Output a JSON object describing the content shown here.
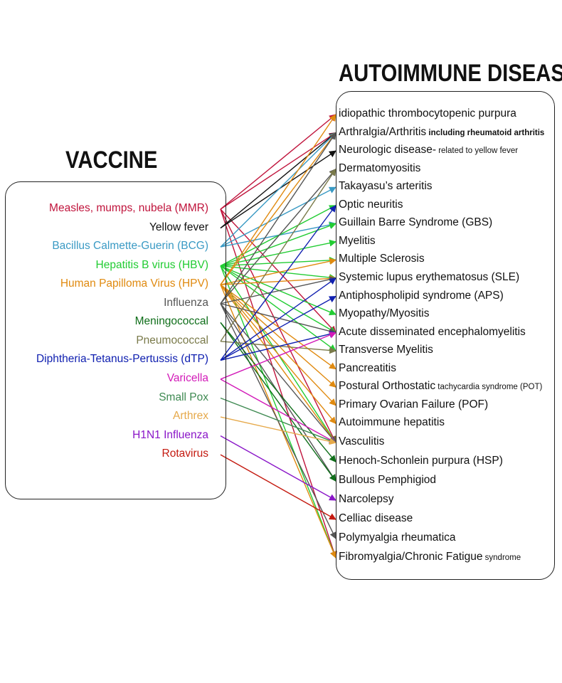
{
  "headers": {
    "vaccine": "VACCINE",
    "disease": "AUTOIMMUNE DISEASE"
  },
  "vaccines": [
    {
      "label": "Measles, mumps, nubela (MMR)",
      "color": "#c0143c"
    },
    {
      "label": "Yellow fever",
      "color": "#111111"
    },
    {
      "label": "Bacillus Calmette-Guerin (BCG)",
      "color": "#3a9ac4"
    },
    {
      "label": "Hepatitis B virus (HBV)",
      "color": "#22cc33"
    },
    {
      "label": "Human Papilloma Virus (HPV)",
      "color": "#e08a10"
    },
    {
      "label": "Influenza",
      "color": "#555555"
    },
    {
      "label": "Meningococcal",
      "color": "#0f6e1a"
    },
    {
      "label": "Pneumococcal",
      "color": "#7a7a4a"
    },
    {
      "label": "Diphtheria-Tetanus-Pertussis (dTP)",
      "color": "#1020b0"
    },
    {
      "label": "Varicella",
      "color": "#d21ab8"
    },
    {
      "label": "Small Pox",
      "color": "#3f8a52"
    },
    {
      "label": "Arthrex",
      "color": "#e6a94a"
    },
    {
      "label": "H1N1 Influenza",
      "color": "#8a16c8"
    },
    {
      "label": "Rotavirus",
      "color": "#c41a10"
    }
  ],
  "diseases": [
    {
      "label": "idiopathic thrombocytopenic purpura",
      "note": ""
    },
    {
      "label": "Arthralgia/Arthritis",
      "note": "including rheumatoid arthritis"
    },
    {
      "label": "Neurologic disease-",
      "note": "related to yellow fever"
    },
    {
      "label": "Dermatomyositis",
      "note": ""
    },
    {
      "label": "Takayasu’s arteritis",
      "note": ""
    },
    {
      "label": "Optic neuritis",
      "note": ""
    },
    {
      "label": "Guillain Barre Syndrome (GBS)",
      "note": ""
    },
    {
      "label": "Myelitis",
      "note": ""
    },
    {
      "label": "Multiple Sclerosis",
      "note": ""
    },
    {
      "label": "Systemic lupus erythematosus (SLE)",
      "note": ""
    },
    {
      "label": "Antiphospholipid syndrome (APS)",
      "note": ""
    },
    {
      "label": "Myopathy/Myositis",
      "note": ""
    },
    {
      "label": "Acute disseminated encephalomyelitis",
      "note": ""
    },
    {
      "label": "Transverse Myelitis",
      "note": ""
    },
    {
      "label": "Pancreatitis",
      "note": ""
    },
    {
      "label": "Postural Orthostatic",
      "note": "tachycardia syndrome (POT)"
    },
    {
      "label": "Primary Ovarian Failure (POF)",
      "note": ""
    },
    {
      "label": "Autoimmune hepatitis",
      "note": ""
    },
    {
      "label": "Vasculitis",
      "note": ""
    },
    {
      "label": "Henoch-Schonlein purpura (HSP)",
      "note": ""
    },
    {
      "label": "Bullous Pemphigiod",
      "note": ""
    },
    {
      "label": "Narcolepsy",
      "note": ""
    },
    {
      "label": "Celliac disease",
      "note": ""
    },
    {
      "label": "Polymyalgia rheumatica",
      "note": ""
    },
    {
      "label": "Fibromyalgia/Chronic Fatigue",
      "note": "syndrome"
    }
  ],
  "links": [
    [
      0,
      0
    ],
    [
      0,
      1
    ],
    [
      0,
      12
    ],
    [
      0,
      18
    ],
    [
      0,
      24
    ],
    [
      1,
      1
    ],
    [
      1,
      2
    ],
    [
      2,
      1
    ],
    [
      2,
      4
    ],
    [
      2,
      6
    ],
    [
      3,
      5
    ],
    [
      3,
      6
    ],
    [
      3,
      7
    ],
    [
      3,
      8
    ],
    [
      3,
      9
    ],
    [
      3,
      11
    ],
    [
      3,
      12
    ],
    [
      3,
      13
    ],
    [
      3,
      18
    ],
    [
      3,
      24
    ],
    [
      4,
      0
    ],
    [
      4,
      1
    ],
    [
      4,
      8
    ],
    [
      4,
      9
    ],
    [
      4,
      14
    ],
    [
      4,
      15
    ],
    [
      4,
      16
    ],
    [
      4,
      17
    ],
    [
      4,
      18
    ],
    [
      4,
      24
    ],
    [
      5,
      1
    ],
    [
      5,
      3
    ],
    [
      5,
      9
    ],
    [
      5,
      12
    ],
    [
      5,
      18
    ],
    [
      5,
      20
    ],
    [
      5,
      23
    ],
    [
      6,
      19
    ],
    [
      6,
      20
    ],
    [
      7,
      3
    ],
    [
      7,
      13
    ],
    [
      8,
      5
    ],
    [
      8,
      9
    ],
    [
      8,
      10
    ],
    [
      8,
      12
    ],
    [
      9,
      12
    ],
    [
      9,
      18
    ],
    [
      10,
      18
    ],
    [
      11,
      18
    ],
    [
      12,
      21
    ],
    [
      13,
      22
    ]
  ]
}
